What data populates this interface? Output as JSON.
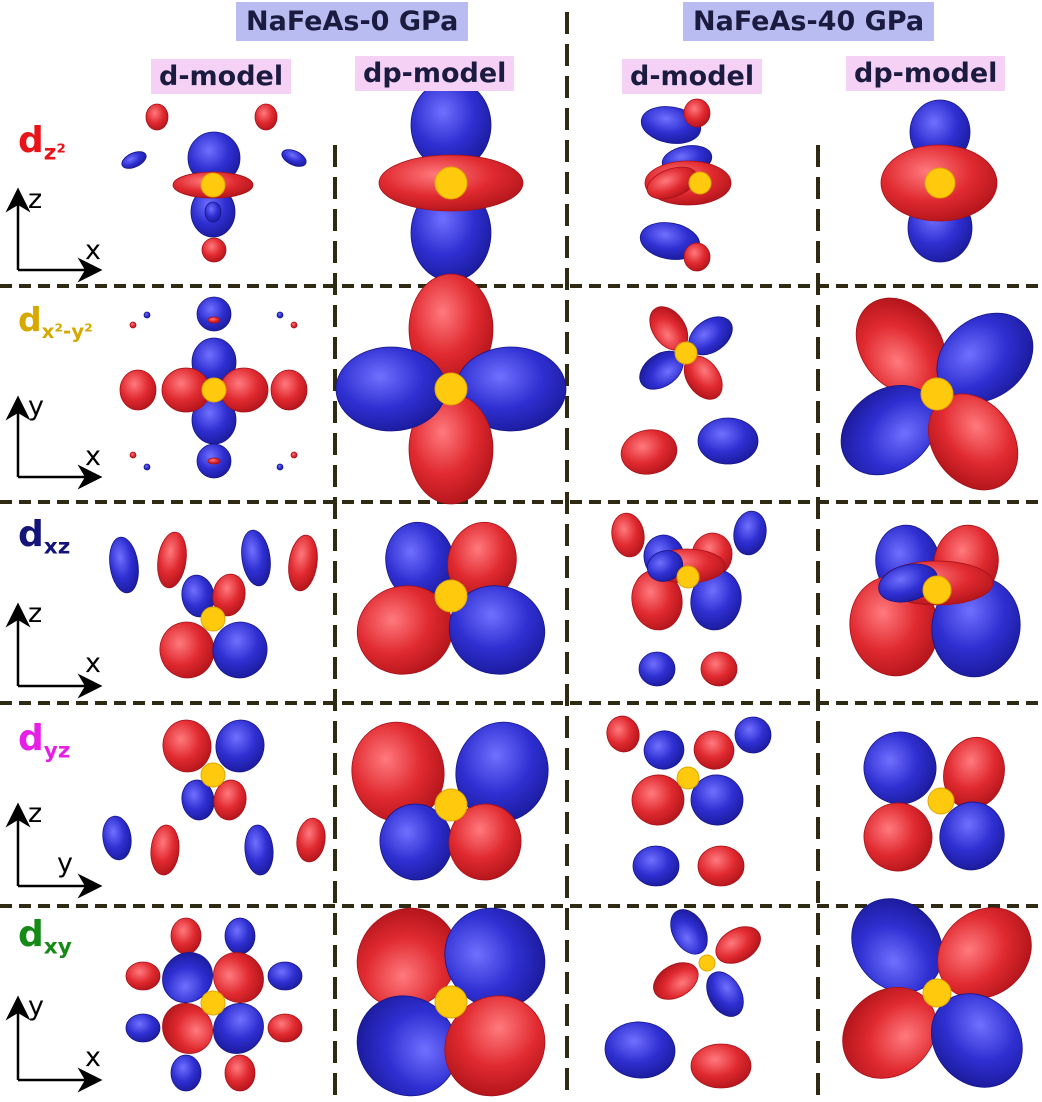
{
  "headers": {
    "pressure_left": "NaFeAs-0 GPa",
    "pressure_right": "NaFeAs-40 GPa",
    "model_d_left": "d-model",
    "model_dp_left": "dp-model",
    "model_d_right": "d-model",
    "model_dp_right": "dp-model"
  },
  "rows": [
    {
      "base": "d",
      "sub": "z²",
      "color": "#e8141a",
      "axis_v": "z",
      "axis_h": "x"
    },
    {
      "base": "d",
      "sub": "x²-y²",
      "color": "#d6a800",
      "axis_v": "y",
      "axis_h": "x"
    },
    {
      "base": "d",
      "sub": "xz",
      "color": "#141478",
      "axis_v": "z",
      "axis_h": "x"
    },
    {
      "base": "d",
      "sub": "yz",
      "color": "#e61fe6",
      "axis_v": "z",
      "axis_h": "y"
    },
    {
      "base": "d",
      "sub": "xy",
      "color": "#168a16",
      "axis_v": "y",
      "axis_h": "x"
    }
  ],
  "colors": {
    "positive": "#e43238",
    "negative": "#3131cc",
    "atom": "#ffc90d",
    "divider": "#2e2a14"
  }
}
